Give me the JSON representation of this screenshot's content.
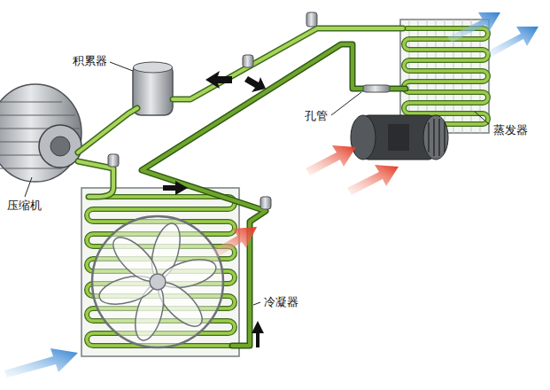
{
  "diagram": {
    "labels": [
      "积累器",
      "压缩机",
      "孔管",
      "蒸发器",
      "冷凝器"
    ]
  }
}
